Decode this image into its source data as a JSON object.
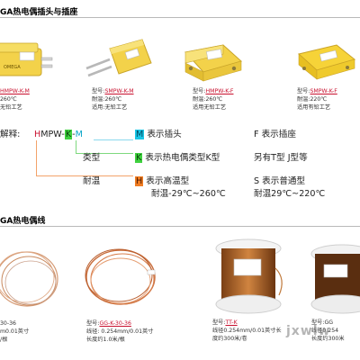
{
  "sections": {
    "connectors_title": "GA热电偶插头与插座",
    "wire_title": "GA热电偶线"
  },
  "connectors": [
    {
      "model_prefix": "",
      "model": "HMPW-K-M",
      "temp_label": "",
      "temp": "260℃",
      "process": "无铅工艺",
      "process_label": ""
    },
    {
      "model_prefix": "型号:",
      "model": "SMPW-K-M",
      "temp_label": "耐温:",
      "temp": "260℃",
      "process": "无铅工艺",
      "process_label": "适用:"
    },
    {
      "model_prefix": "型号:",
      "model": "HMPW-K-F",
      "temp_label": "耐温:",
      "temp": "260℃",
      "process": "无铅工艺",
      "process_label": "适用"
    },
    {
      "model_prefix": "型号:",
      "model": "SMPW-K-F",
      "temp_label": "耐温:",
      "temp": "220℃",
      "process": "有铅工艺",
      "process_label": "适用"
    }
  ],
  "legend": {
    "intro": "解释:",
    "code_h": "H",
    "code_mpw": "MPW-",
    "code_k": "K",
    "code_dash": "-",
    "code_m": "M",
    "m_letter": "M",
    "m_text": "表示插头",
    "f_text": "F 表示插座",
    "type_label": "类型",
    "k_letter": "K",
    "k_text": "表示热电偶类型K型",
    "k_other": "另有T型 J型等",
    "temp_label": "耐温",
    "h_letter": "H",
    "h_text": "表示高温型",
    "h_range": "耐温-29℃~260℃",
    "s_text": "S 表示普通型",
    "s_range": "耐温29℃~220℃"
  },
  "wires": [
    {
      "line1": "30-36",
      "line2": "m0.01英寸",
      "line3": "/根"
    },
    {
      "line1_prefix": "型号:",
      "model": "GG-K-30-36",
      "line2": "线径: 0.254mm/0.01英寸",
      "line3": "长度约1.0米/根"
    },
    {
      "line1_prefix": "型号:",
      "model": "TT-K",
      "line1_suffix": "",
      "line2": "线径0.254mm/0.01英寸长",
      "line3": "度约300米/卷"
    },
    {
      "line1": "型号:GG",
      "line2": "线径0.254",
      "line3": "长度约300米"
    }
  ],
  "watermark": "jxwlw",
  "colors": {
    "connector_yellow": "#f3d24a",
    "wire_copper": "#c87a4b",
    "accent_red": "#c8102e",
    "cyan": "#19c6e6",
    "green": "#3fd13f",
    "orange": "#f07c22"
  }
}
